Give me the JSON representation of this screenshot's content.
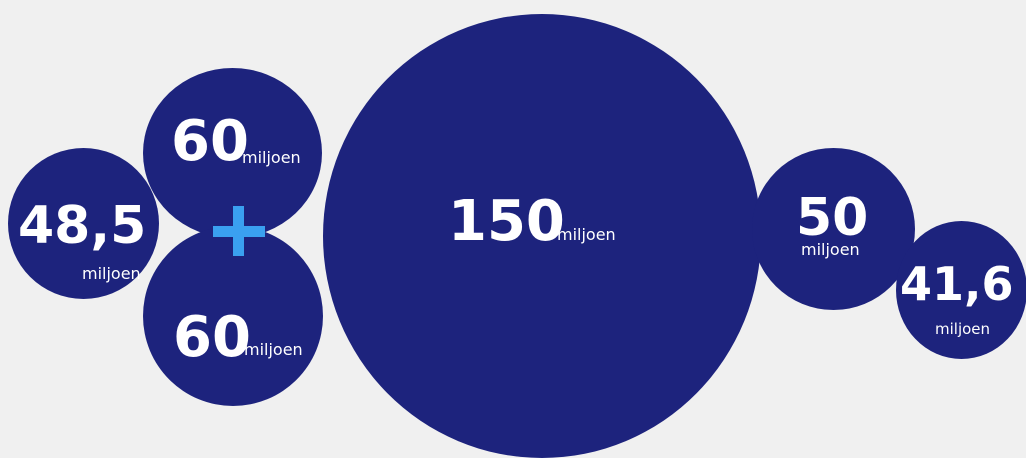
{
  "colors": {
    "bubble": "#1d237d",
    "background": "#f0f0f0",
    "text": "#ffffff",
    "plus": "#3aa0f0"
  },
  "bubbles": {
    "b48": {
      "value": "48,5",
      "unit": "miljoen"
    },
    "b60top": {
      "value": "60",
      "unit": "miljoen"
    },
    "b60bottom": {
      "value": "60",
      "unit": "miljoen"
    },
    "b150": {
      "value": "150",
      "unit": "miljoen"
    },
    "b50": {
      "value": "50",
      "unit": "miljoen"
    },
    "b41": {
      "value": "41,6",
      "unit": "miljoen"
    }
  },
  "plus_icon": "plus-icon"
}
